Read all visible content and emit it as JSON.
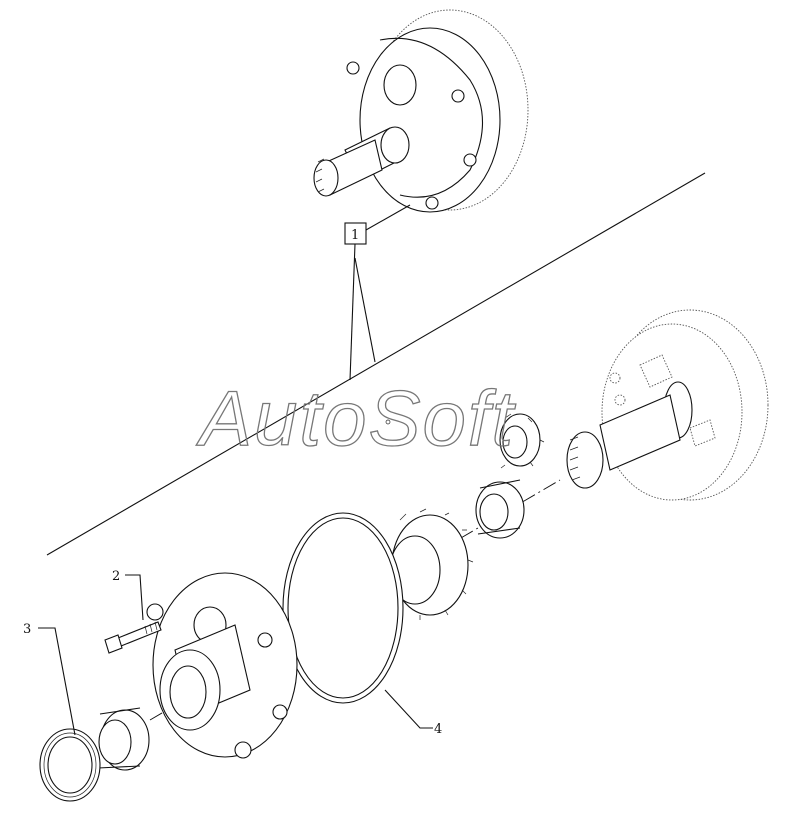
{
  "watermark": "AutoSoft",
  "callouts": {
    "ref_box": "1",
    "bolt": "2",
    "seal": "3",
    "o_ring": "4"
  }
}
